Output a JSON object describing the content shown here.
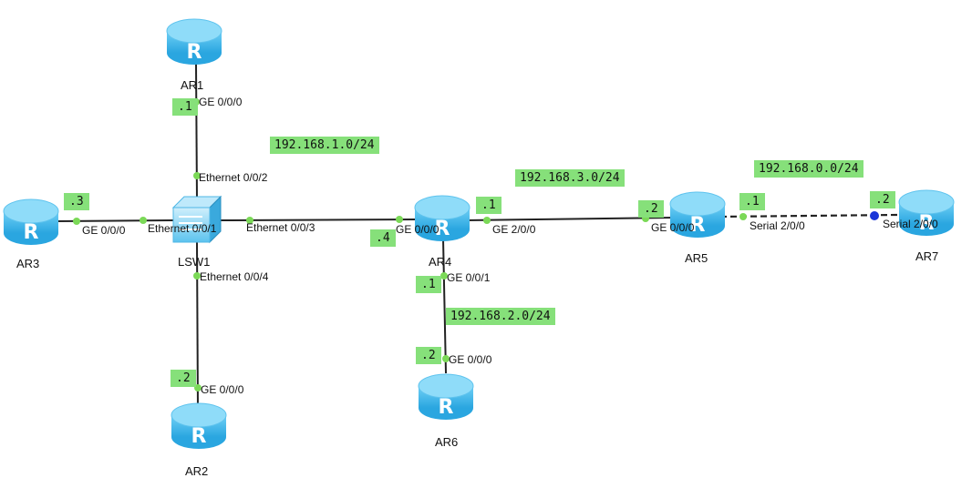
{
  "devices": {
    "ar1": "AR1",
    "ar2": "AR2",
    "ar3": "AR3",
    "ar4": "AR4",
    "ar5": "AR5",
    "ar6": "AR6",
    "ar7": "AR7",
    "lsw1": "LSW1",
    "router_glyph": "R"
  },
  "ports": {
    "ar1_ge000": "GE 0/0/0",
    "lsw_e002": "Ethernet 0/0/2",
    "ar3_ge000": "GE 0/0/0",
    "lsw_e001": "Ethernet 0/0/1",
    "lsw_e003": "Ethernet 0/0/3",
    "ar4_ge000": "GE 0/0/0",
    "lsw_e004": "Ethernet 0/0/4",
    "ar2_ge000": "GE 0/0/0",
    "ar4_ge200": "GE 2/0/0",
    "ar5_ge000": "GE 0/0/0",
    "ar5_s200": "Serial 2/0/0",
    "ar7_s200": "Serial 2/0/0",
    "ar4_ge001": "GE 0/0/1",
    "ar6_ge000": "GE 0/0/0"
  },
  "networks": {
    "net1": "192.168.1.0/24",
    "net3": "192.168.3.0/24",
    "net0": "192.168.0.0/24",
    "net2": "192.168.2.0/24"
  },
  "host_ids": {
    "ar1": ".1",
    "ar3": ".3",
    "ar4_net1": ".4",
    "ar2": ".2",
    "ar4_net3": ".1",
    "ar5_net3": ".2",
    "ar5_net0": ".1",
    "ar7_net0": ".2",
    "ar4_net2": ".1",
    "ar6_net2": ".2"
  },
  "colors": {
    "router_body": "#3ab8ec",
    "router_top": "#7fd6f8",
    "label_bg": "#86e07a",
    "port_dot": "#7bd957",
    "serial_dot": "#1a36d8",
    "link": "#222222"
  }
}
